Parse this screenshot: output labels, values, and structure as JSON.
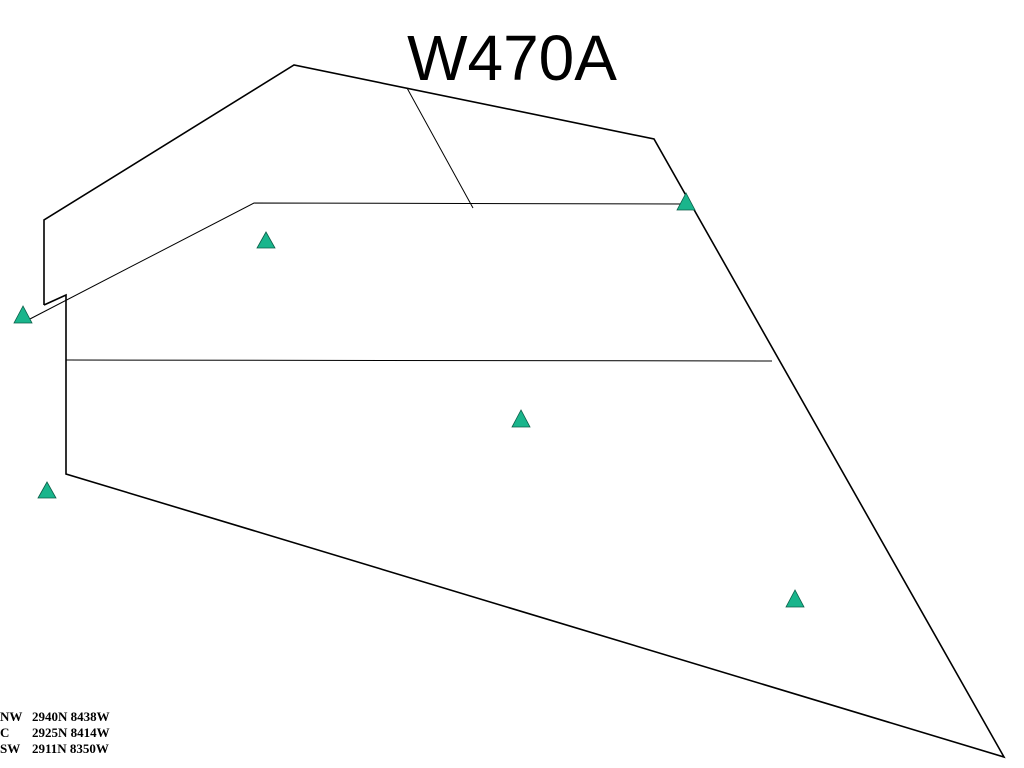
{
  "title": "W470A",
  "colors": {
    "outline": "#000000",
    "marker_fill": "#1ab58c",
    "marker_stroke": "#0b5e48",
    "background": "#ffffff"
  },
  "legend": [
    {
      "label": "NW",
      "coords": "2940N 8438W"
    },
    {
      "label": "C",
      "coords": "2925N 8414W"
    },
    {
      "label": "SW",
      "coords": "2911N 8350W"
    }
  ]
}
